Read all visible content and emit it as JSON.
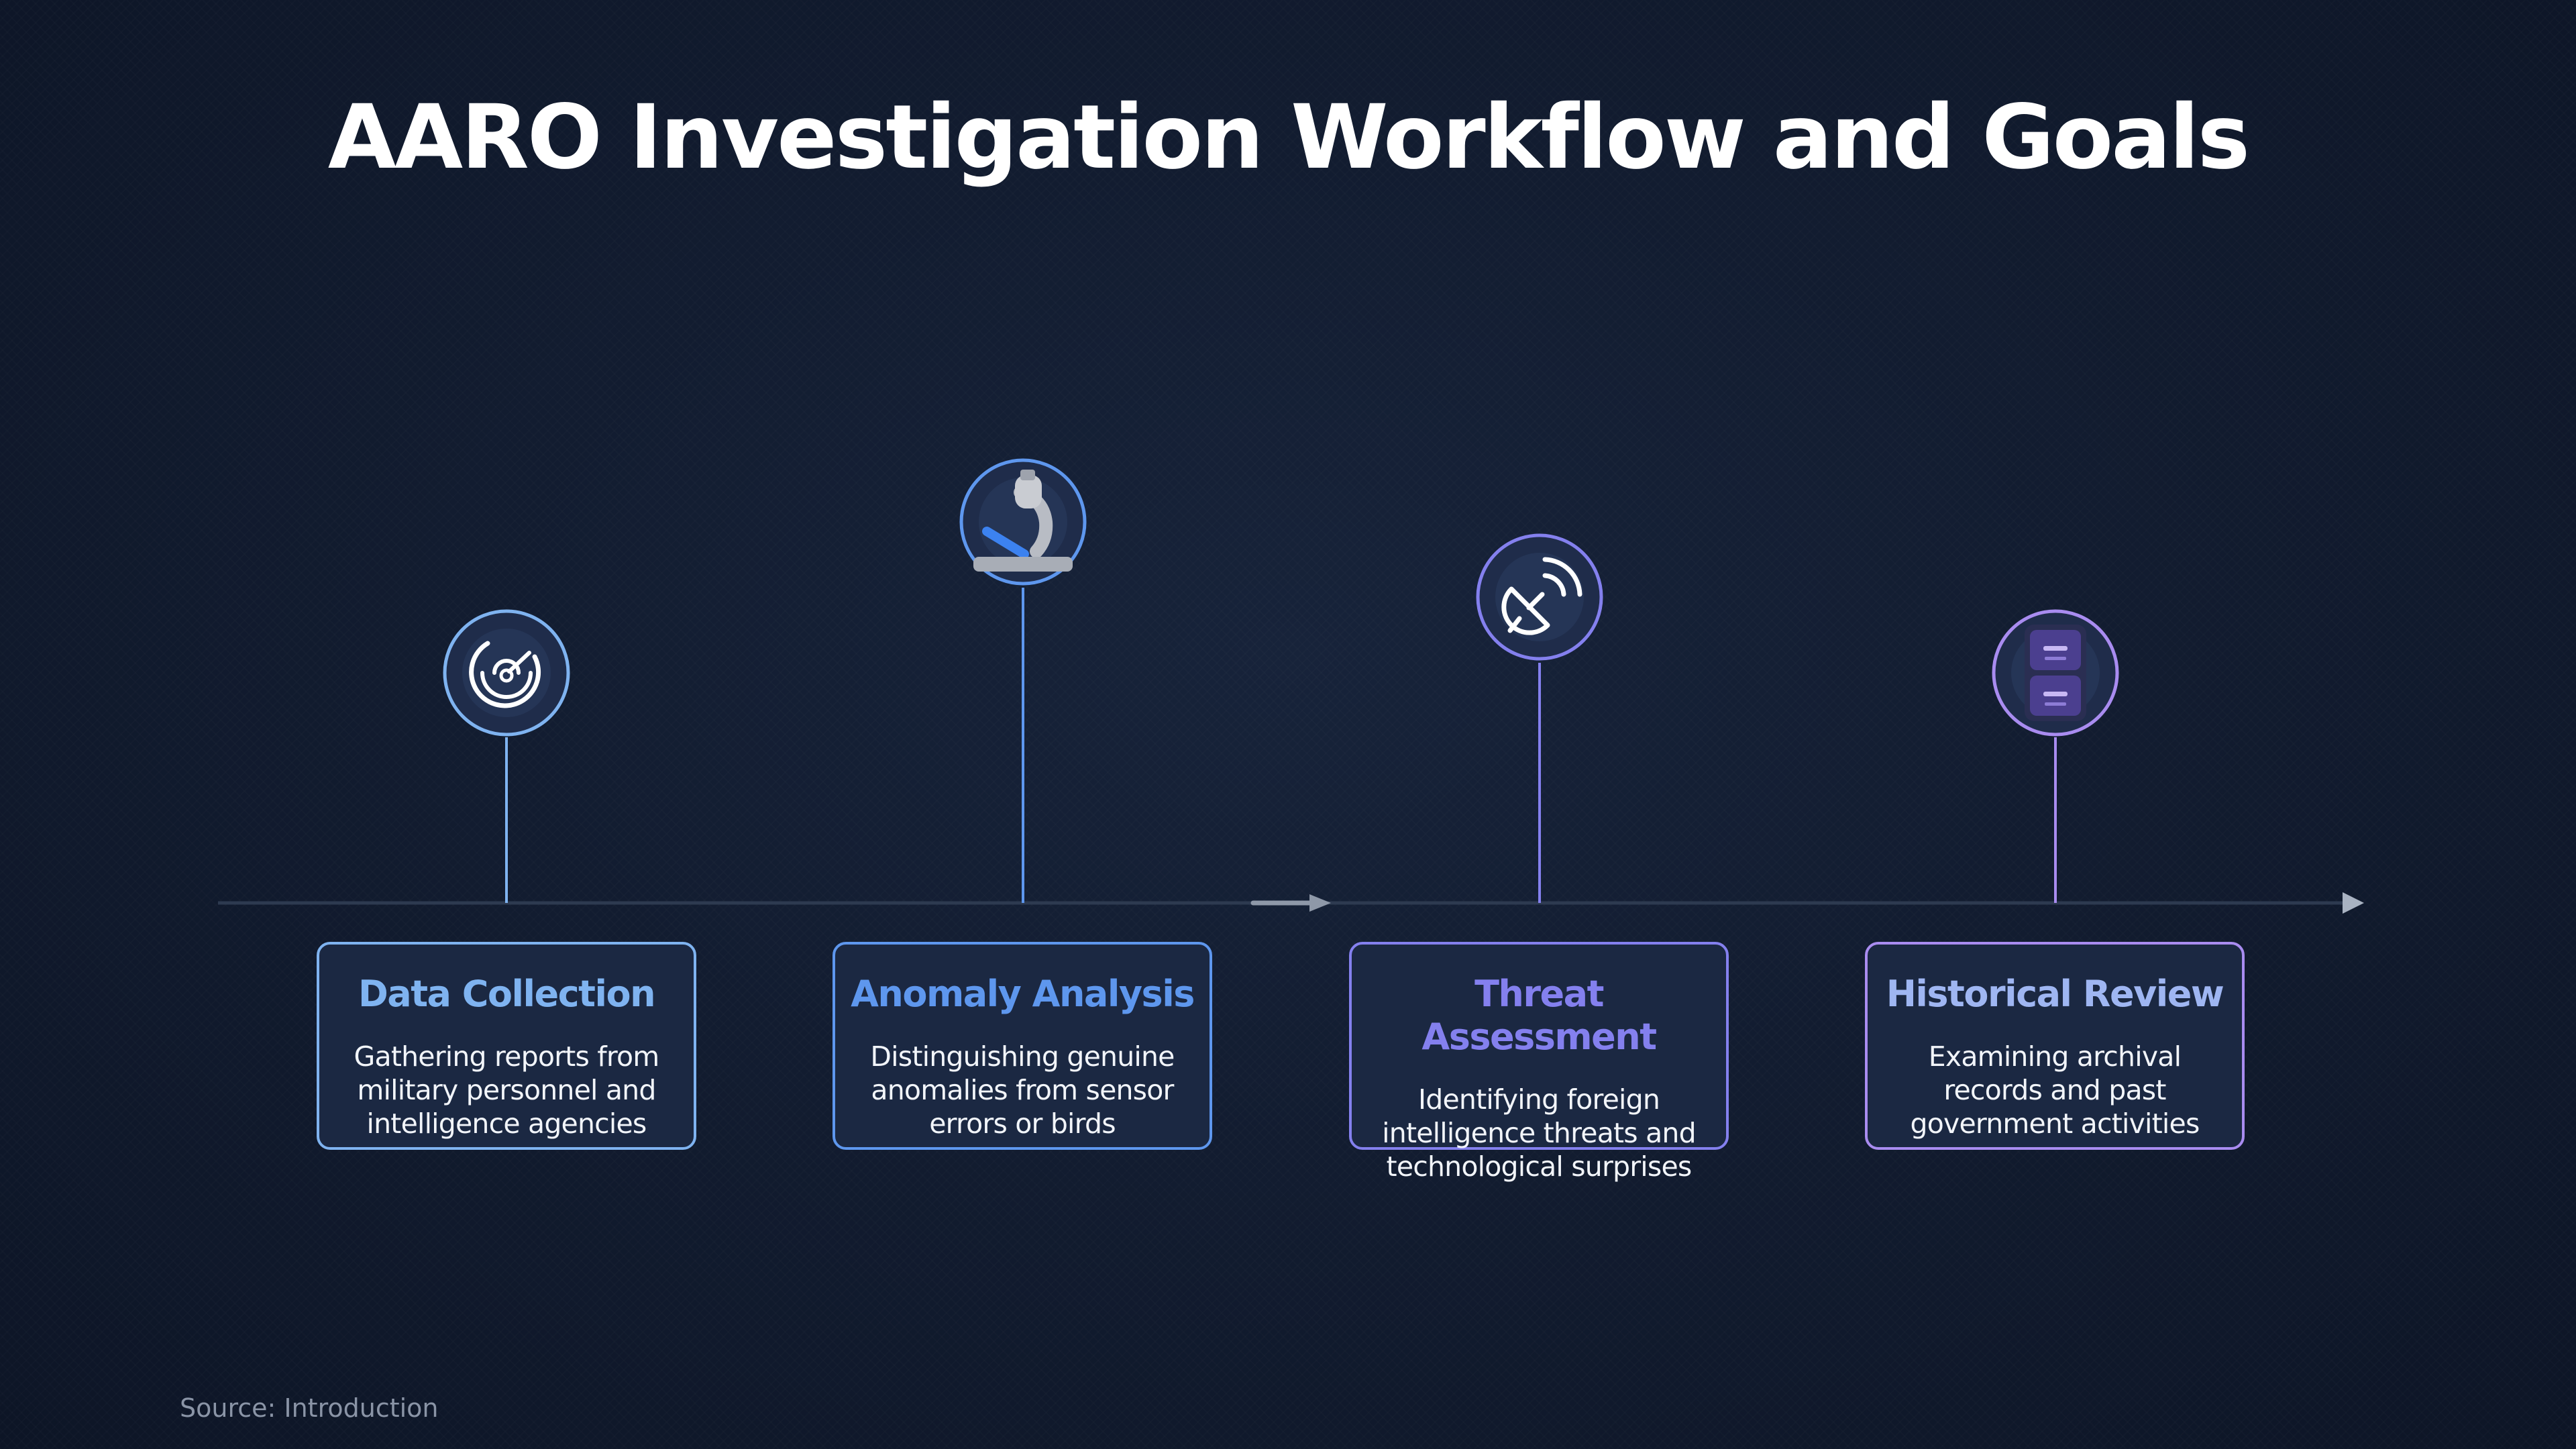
{
  "title": "AARO Investigation Workflow and Goals",
  "source": "Source: Introduction",
  "steps": [
    {
      "title": "Data Collection",
      "description": "Gathering reports from military personnel and intelligence agencies",
      "icon": "radar-icon",
      "color": "#7fb3f0"
    },
    {
      "title": "Anomaly Analysis",
      "description": "Distinguishing genuine anomalies from sensor errors or birds",
      "icon": "microscope-icon",
      "color": "#5e97ee"
    },
    {
      "title": "Threat Assessment",
      "description": "Identifying foreign intelligence threats and technological surprises",
      "icon": "satellite-dish-icon",
      "color": "#8480ee"
    },
    {
      "title": "Historical Review",
      "description": "Examining archival records and past government activities",
      "icon": "file-cabinet-icon",
      "color": "#a98cf0"
    }
  ]
}
